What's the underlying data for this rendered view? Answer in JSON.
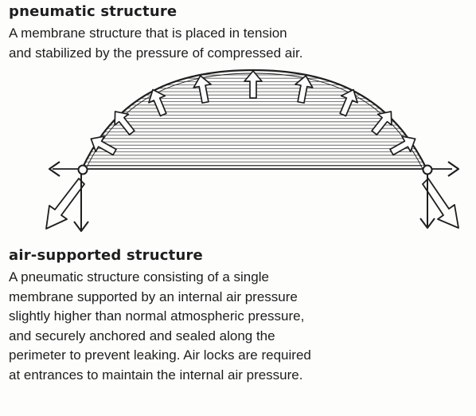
{
  "section1": {
    "term": "pneumatic structure",
    "definition_lines": [
      "A membrane structure that is placed in tension",
      "and stabilized by the pressure of compressed air."
    ]
  },
  "section2": {
    "term": "air-supported structure",
    "definition_lines": [
      "A pneumatic structure consisting of a single",
      "membrane supported by an internal air pressure",
      "slightly higher than normal atmospheric pressure,",
      "and securely anchored and sealed along the",
      "perimeter to prevent leaking. Air locks are required",
      "at entrances to maintain the internal air pressure."
    ]
  },
  "diagram": {
    "ink_color": "#1e1e1e",
    "hatch_color": "#555555",
    "pressure_arrow_count": 9
  }
}
